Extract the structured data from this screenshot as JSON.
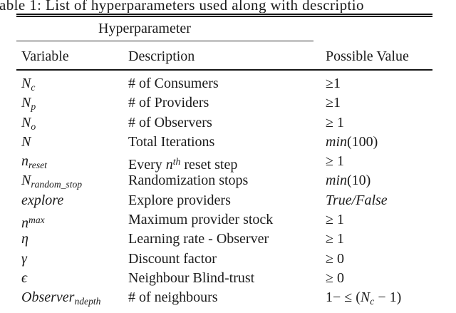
{
  "caption": "able 1: List of hyperparameters used along with descriptio",
  "colors": {
    "text": "#1b1b1b",
    "background": "#ffffff",
    "rule": "#161616"
  },
  "table": {
    "group_header": "Hyperparameter",
    "columns": [
      "Variable",
      "Description",
      "Possible Value"
    ],
    "rows": [
      {
        "variable": [
          {
            "t": "N",
            "s": "i"
          },
          {
            "t": "c",
            "s": "sub"
          }
        ],
        "description": [
          {
            "t": "# of Consumers"
          }
        ],
        "value": [
          {
            "t": "≥1"
          }
        ]
      },
      {
        "variable": [
          {
            "t": "N",
            "s": "i"
          },
          {
            "t": "p",
            "s": "sub"
          }
        ],
        "description": [
          {
            "t": "# of Providers"
          }
        ],
        "value": [
          {
            "t": "≥1"
          }
        ]
      },
      {
        "variable": [
          {
            "t": "N",
            "s": "i"
          },
          {
            "t": "o",
            "s": "sub"
          }
        ],
        "description": [
          {
            "t": "# of Observers"
          }
        ],
        "value": [
          {
            "t": "≥ 1"
          }
        ]
      },
      {
        "variable": [
          {
            "t": "N",
            "s": "i"
          }
        ],
        "description": [
          {
            "t": "Total Iterations"
          }
        ],
        "value": [
          {
            "t": "min",
            "s": "i"
          },
          {
            "t": "(100)"
          }
        ]
      },
      {
        "variable": [
          {
            "t": "n",
            "s": "i"
          },
          {
            "t": "reset",
            "s": "sub"
          }
        ],
        "description": [
          {
            "t": "Every "
          },
          {
            "t": "n",
            "s": "i"
          },
          {
            "t": "th",
            "s": "sup"
          },
          {
            "t": " reset step"
          }
        ],
        "value": [
          {
            "t": "≥ 1"
          }
        ]
      },
      {
        "variable": [
          {
            "t": "N",
            "s": "i"
          },
          {
            "t": "random_stop",
            "s": "sub"
          }
        ],
        "description": [
          {
            "t": "Randomization stops"
          }
        ],
        "value": [
          {
            "t": "min",
            "s": "i"
          },
          {
            "t": "(10)"
          }
        ]
      },
      {
        "variable": [
          {
            "t": "explore",
            "s": "i"
          }
        ],
        "description": [
          {
            "t": "Explore providers"
          }
        ],
        "value": [
          {
            "t": "True/False",
            "s": "i"
          }
        ]
      },
      {
        "variable": [
          {
            "t": "n",
            "s": "i"
          },
          {
            "t": "max",
            "s": "sup"
          }
        ],
        "description": [
          {
            "t": "Maximum provider stock"
          }
        ],
        "value": [
          {
            "t": "≥ 1"
          }
        ]
      },
      {
        "variable": [
          {
            "t": "η",
            "s": "i"
          }
        ],
        "description": [
          {
            "t": "Learning rate - Observer"
          }
        ],
        "value": [
          {
            "t": "≥ 1"
          }
        ]
      },
      {
        "variable": [
          {
            "t": "γ",
            "s": "i"
          }
        ],
        "description": [
          {
            "t": "Discount factor"
          }
        ],
        "value": [
          {
            "t": "≥ 0"
          }
        ]
      },
      {
        "variable": [
          {
            "t": "ϵ",
            "s": "i"
          }
        ],
        "description": [
          {
            "t": "Neighbour Blind-trust"
          }
        ],
        "value": [
          {
            "t": "≥ 0"
          }
        ]
      },
      {
        "variable": [
          {
            "t": "Observer",
            "s": "i"
          },
          {
            "t": "ndepth",
            "s": "sub"
          }
        ],
        "description": [
          {
            "t": "# of neighbours"
          }
        ],
        "value": [
          {
            "t": "1− ≤ ("
          },
          {
            "t": "N",
            "s": "i"
          },
          {
            "t": "c",
            "s": "sub"
          },
          {
            "t": " − 1)"
          }
        ]
      }
    ]
  }
}
